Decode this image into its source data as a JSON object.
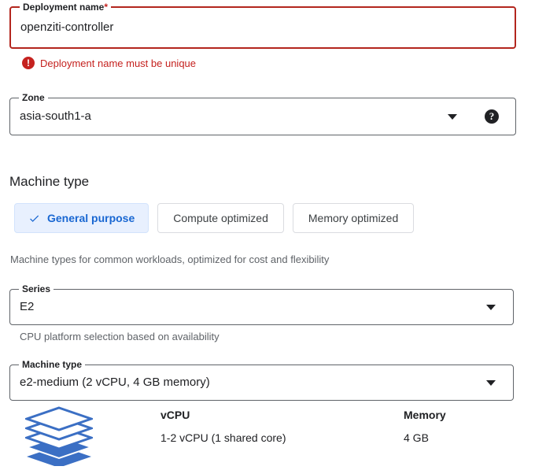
{
  "deployment_name": {
    "label": "Deployment name",
    "required_marker": "*",
    "value": "openziti-controller",
    "error": {
      "icon": "error-exclamation-icon",
      "text": "Deployment name must be unique"
    }
  },
  "zone": {
    "label": "Zone",
    "value": "asia-south1-a",
    "caret_icon": "chevron-down-icon",
    "help_icon": "help-question-icon",
    "help_glyph": "?"
  },
  "machine_type_section": {
    "title": "Machine type",
    "tabs": [
      {
        "label": "General purpose",
        "selected": true,
        "icon": "check-icon"
      },
      {
        "label": "Compute optimized",
        "selected": false
      },
      {
        "label": "Memory optimized",
        "selected": false
      }
    ],
    "tabs_helper": "Machine types for common workloads, optimized for cost and flexibility",
    "series": {
      "label": "Series",
      "value": "E2",
      "caret_icon": "chevron-down-icon",
      "helper": "CPU platform selection based on availability"
    },
    "machine_type": {
      "label": "Machine type",
      "value": "e2-medium (2 vCPU, 4 GB memory)",
      "caret_icon": "chevron-down-icon"
    },
    "specs": {
      "icon": "stacked-layers-icon",
      "columns": [
        {
          "header": "vCPU",
          "value": "1-2 vCPU (1 shared core)"
        },
        {
          "header": "Memory",
          "value": "4 GB"
        }
      ]
    }
  },
  "colors": {
    "error_red": "#c5221f",
    "accent_blue": "#1967d2",
    "selected_bg": "#e8f0fe",
    "border_gray": "#5f6368",
    "helper_gray": "#5f6368",
    "icon_blue": "#3b6fc4"
  }
}
